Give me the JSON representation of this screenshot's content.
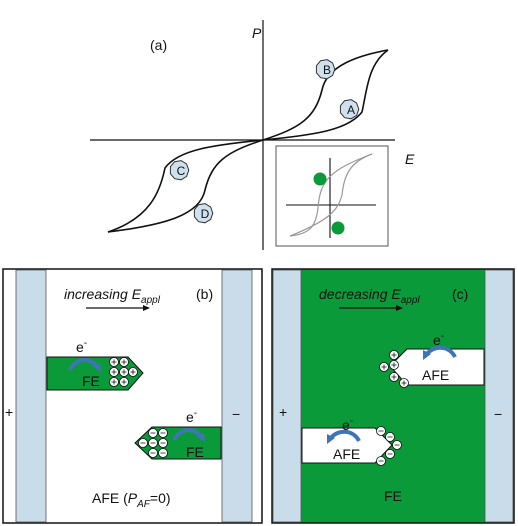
{
  "panel_a": {
    "label": "(a)",
    "y_axis_label": "P",
    "x_axis_label": "E",
    "markers": {
      "A": "A",
      "B": "B",
      "C": "C",
      "D": "D"
    }
  },
  "panel_b": {
    "label": "(b)",
    "header_text": "increasing E",
    "header_sub": "appl",
    "plus_sign": "+",
    "minus_sign": "−",
    "electron": "e",
    "electron_sup": "-",
    "fe_label": "FE",
    "bottom_label_prefix": "AFE (",
    "bottom_label_p": "P",
    "bottom_label_sub": "AF",
    "bottom_label_suffix": "=0)"
  },
  "panel_c": {
    "label": "(c)",
    "header_text": "decreasing E",
    "header_sub": "appl",
    "plus_sign": "+",
    "minus_sign": "−",
    "electron": "e",
    "electron_sup": "-",
    "afe_label": "AFE",
    "bottom_label": "FE"
  },
  "colors": {
    "green": "#0b9a3a",
    "electrode": "#c8dde9",
    "marker_fill": "#cfe0ee",
    "arrow_blue": "#3f74b6"
  }
}
